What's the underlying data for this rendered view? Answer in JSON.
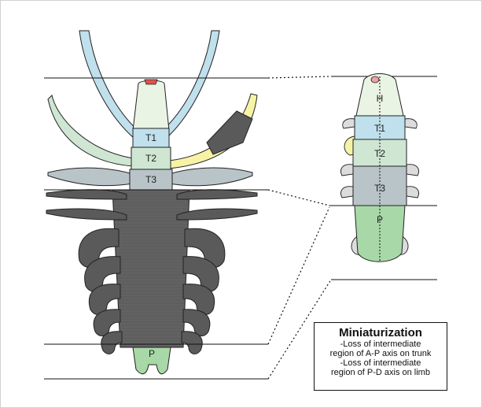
{
  "left_figure": {
    "labels": {
      "t1": "T1",
      "t2": "T2",
      "t3": "T3",
      "posterior": "P"
    }
  },
  "right_figure": {
    "labels": {
      "head": "H",
      "t1": "T1",
      "t2": "T2",
      "t3": "T3",
      "posterior": "P"
    }
  },
  "callout": {
    "title": "Miniaturization",
    "lines": [
      "-Loss of intermediate",
      "region of A-P axis on trunk",
      "-Loss of intermediate",
      "region of P-D axis on limb"
    ]
  },
  "colors": {
    "head": "#bfe0ec",
    "t1": "#bfe0ec",
    "t2": "#cfe6d2",
    "t2_limb": "#f6f3a6",
    "t3": "#b9c4c8",
    "trunk": "#5a5a5a",
    "posterior": "#a8d8a8",
    "mouth": "#e05050"
  }
}
